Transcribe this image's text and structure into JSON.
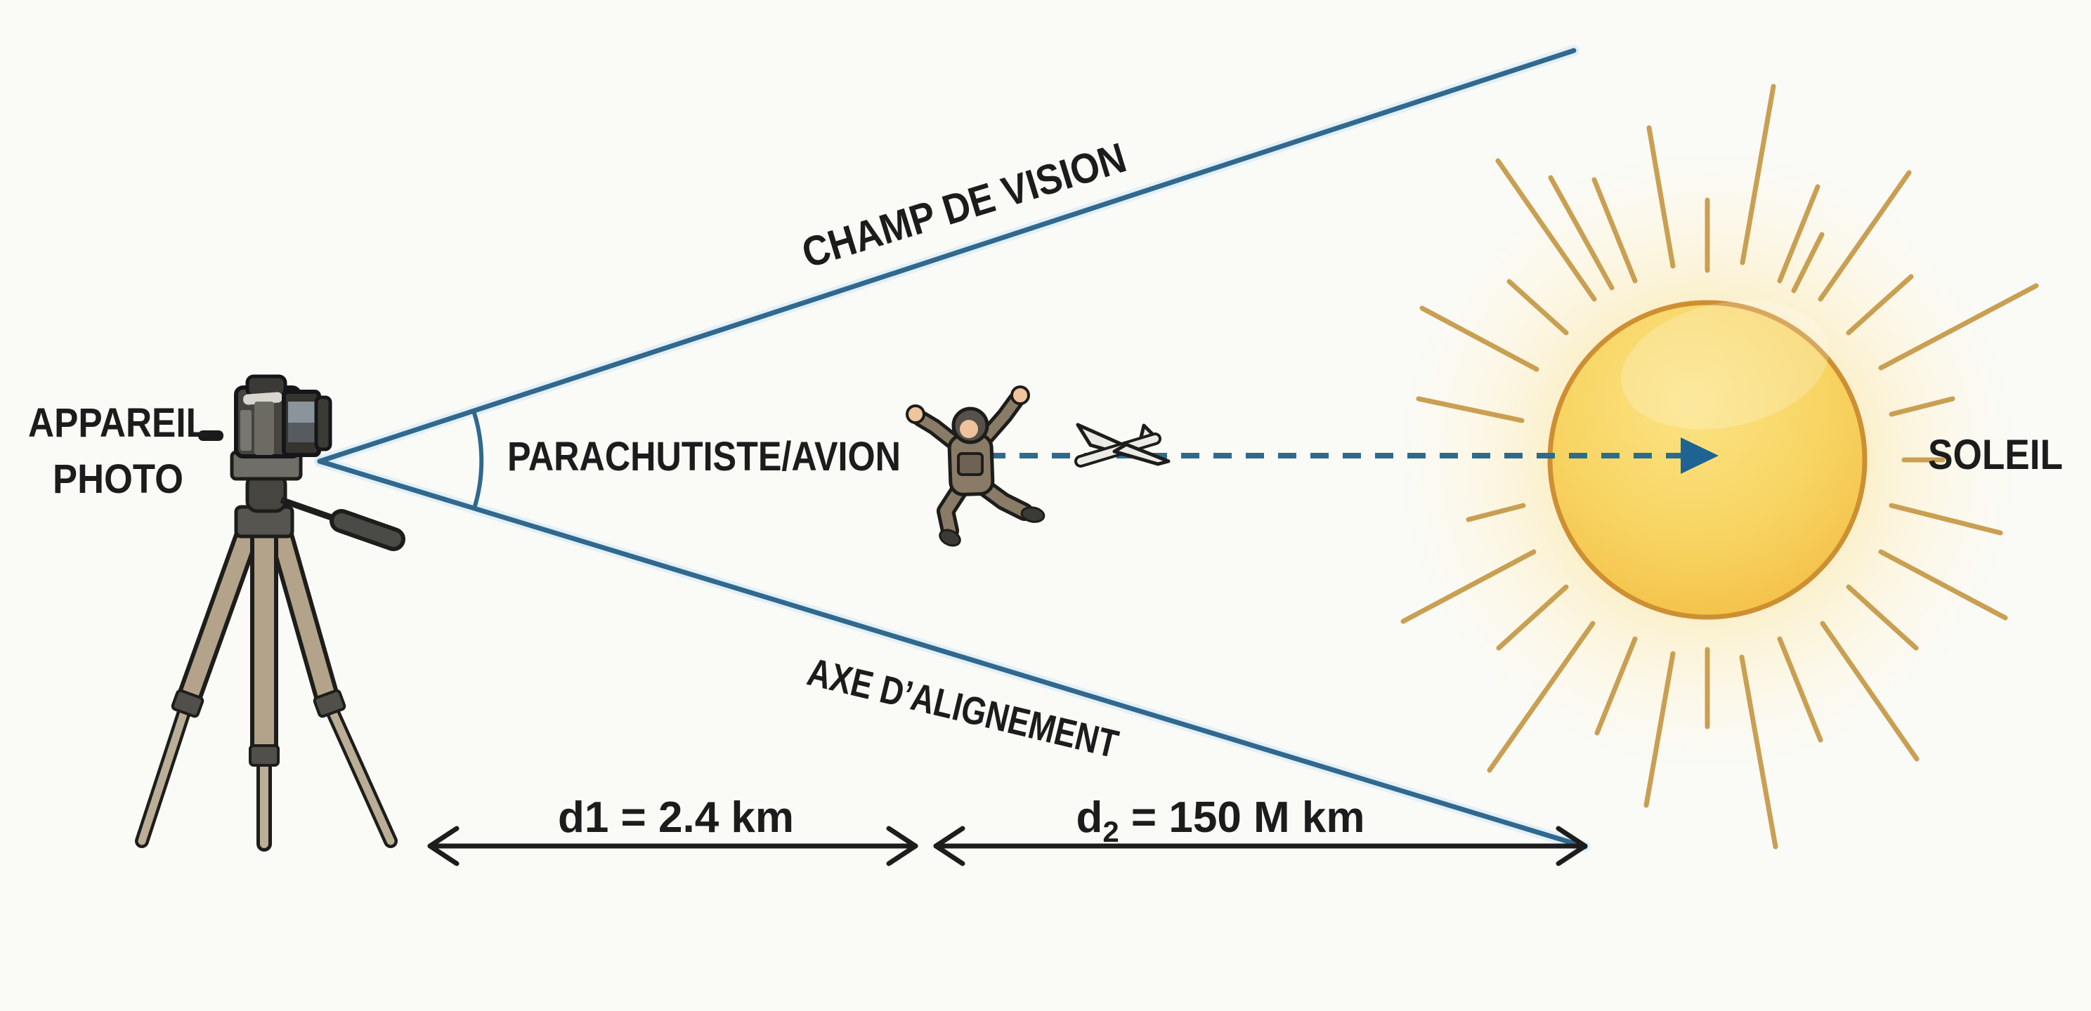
{
  "labels": {
    "camera_line1": "APPAREIL",
    "camera_line2": "PHOTO",
    "field_of_view": "CHAMP DE VISION",
    "subject": "PARACHUTISTE/AVION",
    "alignment_axis": "AXE D’ALIGNEMENT",
    "sun": "SOLEIL",
    "distance1": "d1 = 2.4 km",
    "distance2_prefix": "d",
    "distance2_subscript": "2",
    "distance2_rest": " = 150 M km"
  },
  "distances": {
    "d1_value": "2.4",
    "d1_unit": "km",
    "d2_value": "150",
    "d2_unit": "M km"
  },
  "colors": {
    "background": "#fafaf7",
    "cone_line_blue": "#31688e",
    "cone_halo_blue": "#d8ecf7",
    "dashed_arrow_blue": "#2d6b8e",
    "dashed_arrowhead_blue": "#1f6392",
    "dimension_arrow_black": "#1d1d1d",
    "text_black": "#1c1c1c",
    "sun_fill": "#f6c94e",
    "sun_border": "#ce8f33",
    "sun_ray_gold": "#c99f52",
    "sun_glow": "#fbedbe",
    "tripod_tan": "#b2a38a",
    "camera_gray": "#45443f",
    "suit_tan": "#8a7b66"
  }
}
